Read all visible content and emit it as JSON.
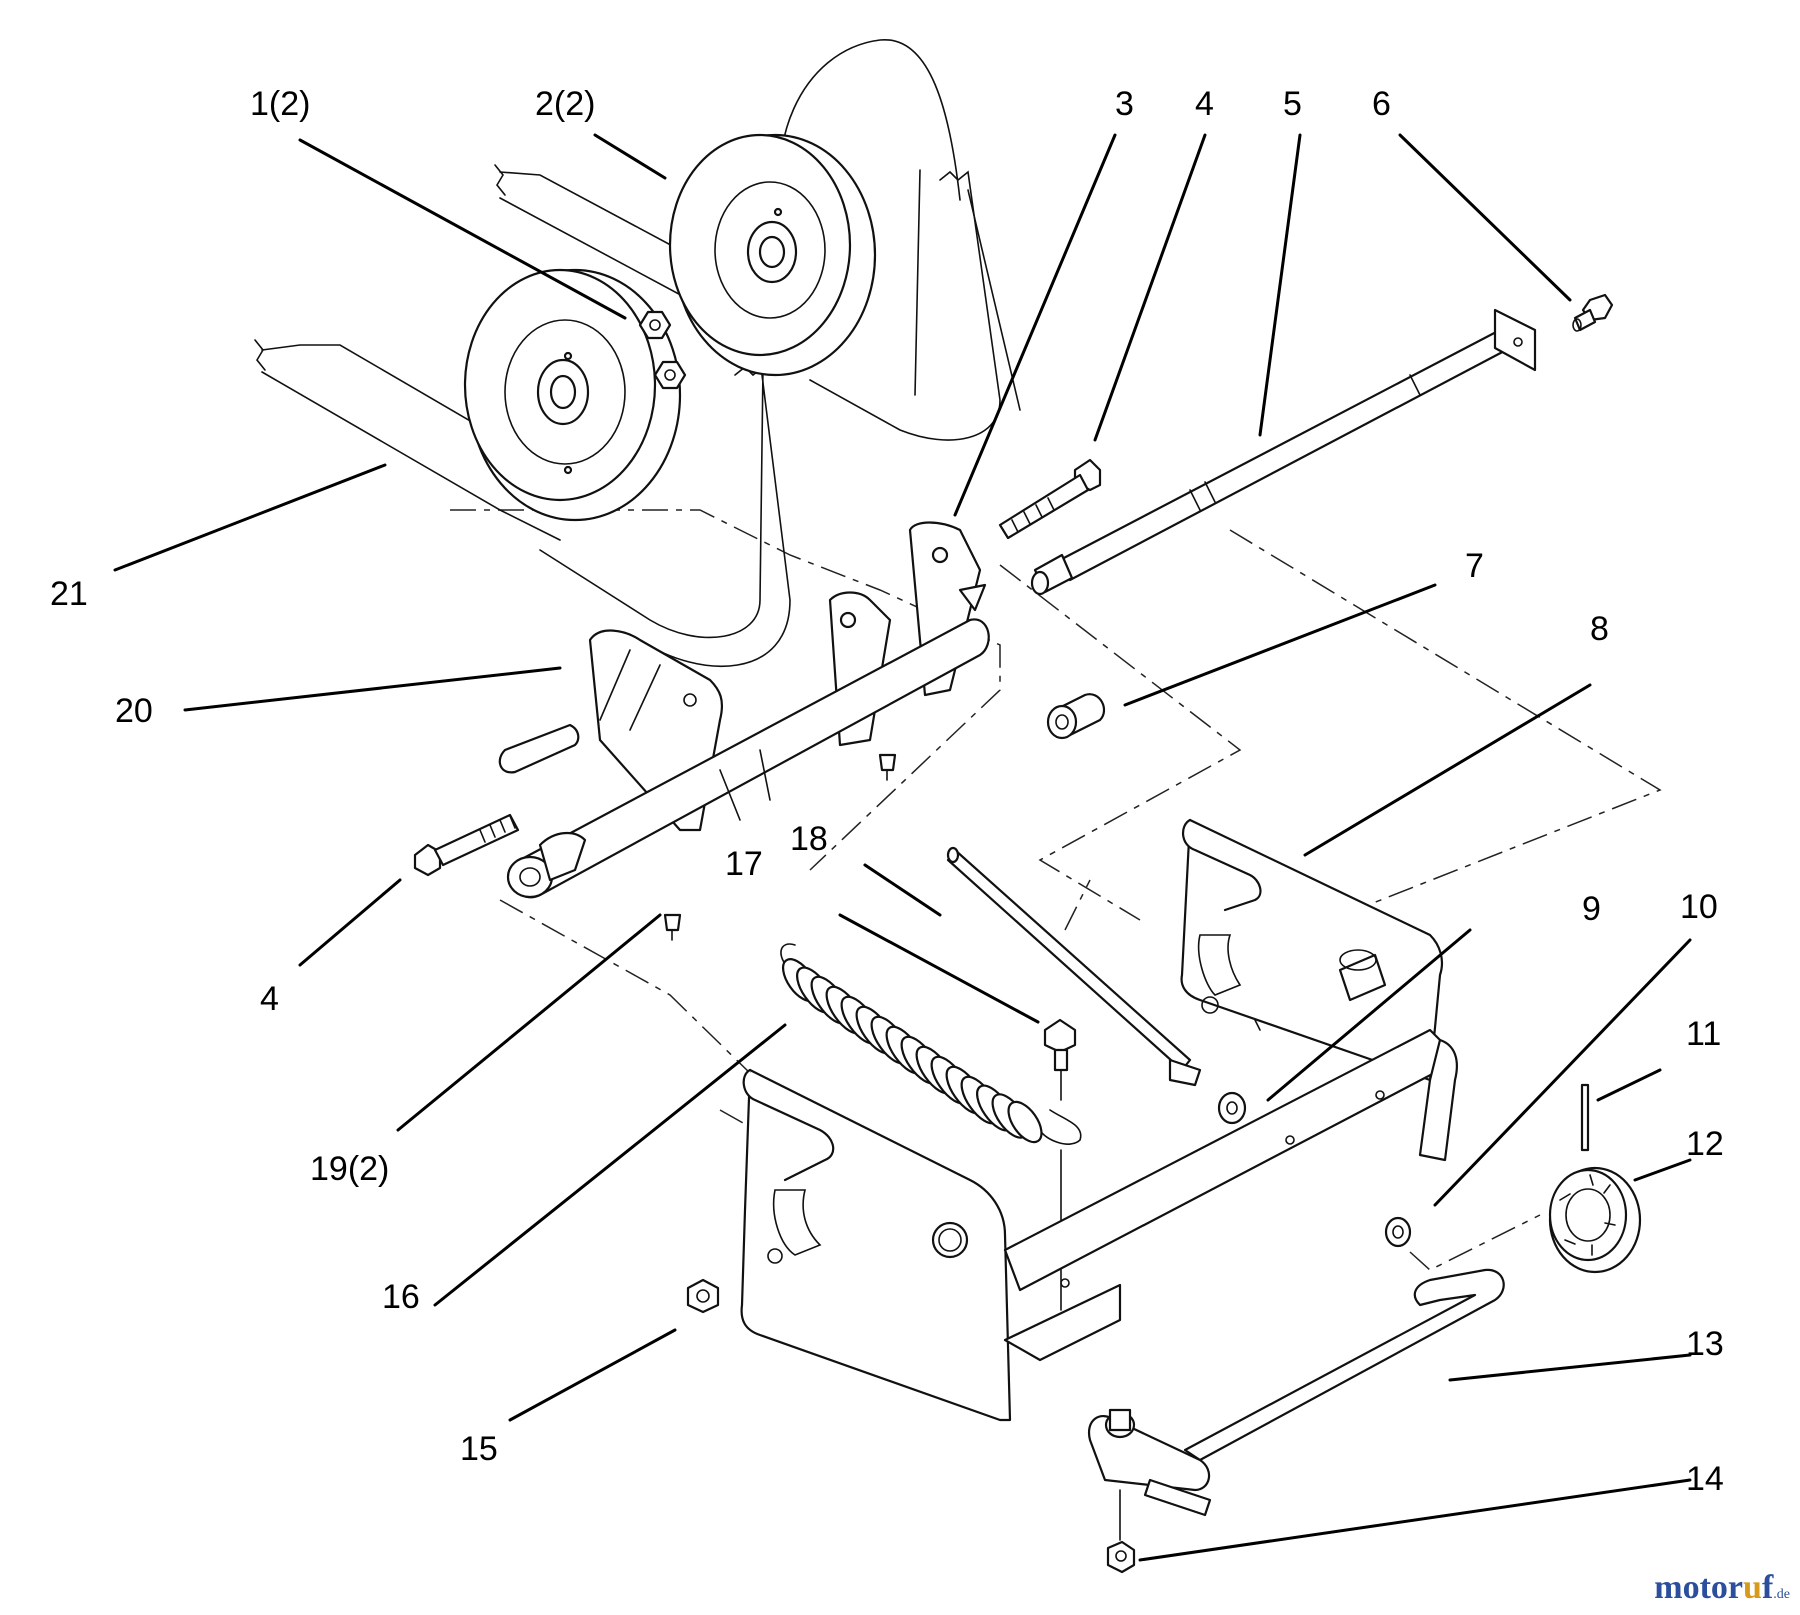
{
  "callouts": {
    "c1": "1(2)",
    "c2": "2(2)",
    "c3": "3",
    "c4a": "4",
    "c4b": "4",
    "c5": "5",
    "c6": "6",
    "c7": "7",
    "c8": "8",
    "c9": "9",
    "c10": "10",
    "c11": "11",
    "c12": "12",
    "c13": "13",
    "c14": "14",
    "c15": "15",
    "c16": "16",
    "c17": "17",
    "c18": "18",
    "c19": "19(2)",
    "c20": "20",
    "c21": "21"
  },
  "watermark": {
    "part1": "motor",
    "part2": "u",
    "part3": "f",
    "domain": ".de"
  },
  "colors": {
    "line": "#111111",
    "watermark_blue": "#2b4f9c",
    "watermark_orange": "#d89a1a"
  }
}
